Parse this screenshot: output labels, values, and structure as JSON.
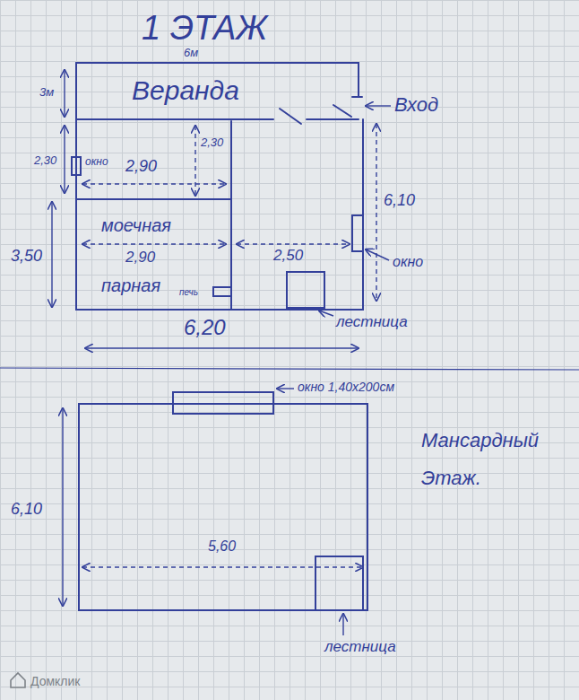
{
  "diagram": {
    "title": "1 ЭТАЖ",
    "nodes": [
      {
        "text": [
          "Веранда"
        ]
      },
      {
        "text": [
          "моечная",
          "парная"
        ]
      }
    ],
    "labels": [
      "6м",
      "3м",
      "Вход",
      "окно",
      "2,30",
      "2,90",
      "2,30",
      "6,10",
      "3,50",
      "2,90",
      "печь",
      "2,50",
      "окно",
      "лестница",
      "6,20",
      "окно 1,40х200см",
      "Мансардный Этаж.",
      "6,10",
      "5,60",
      "лестница",
      "Домклик"
    ]
  }
}
